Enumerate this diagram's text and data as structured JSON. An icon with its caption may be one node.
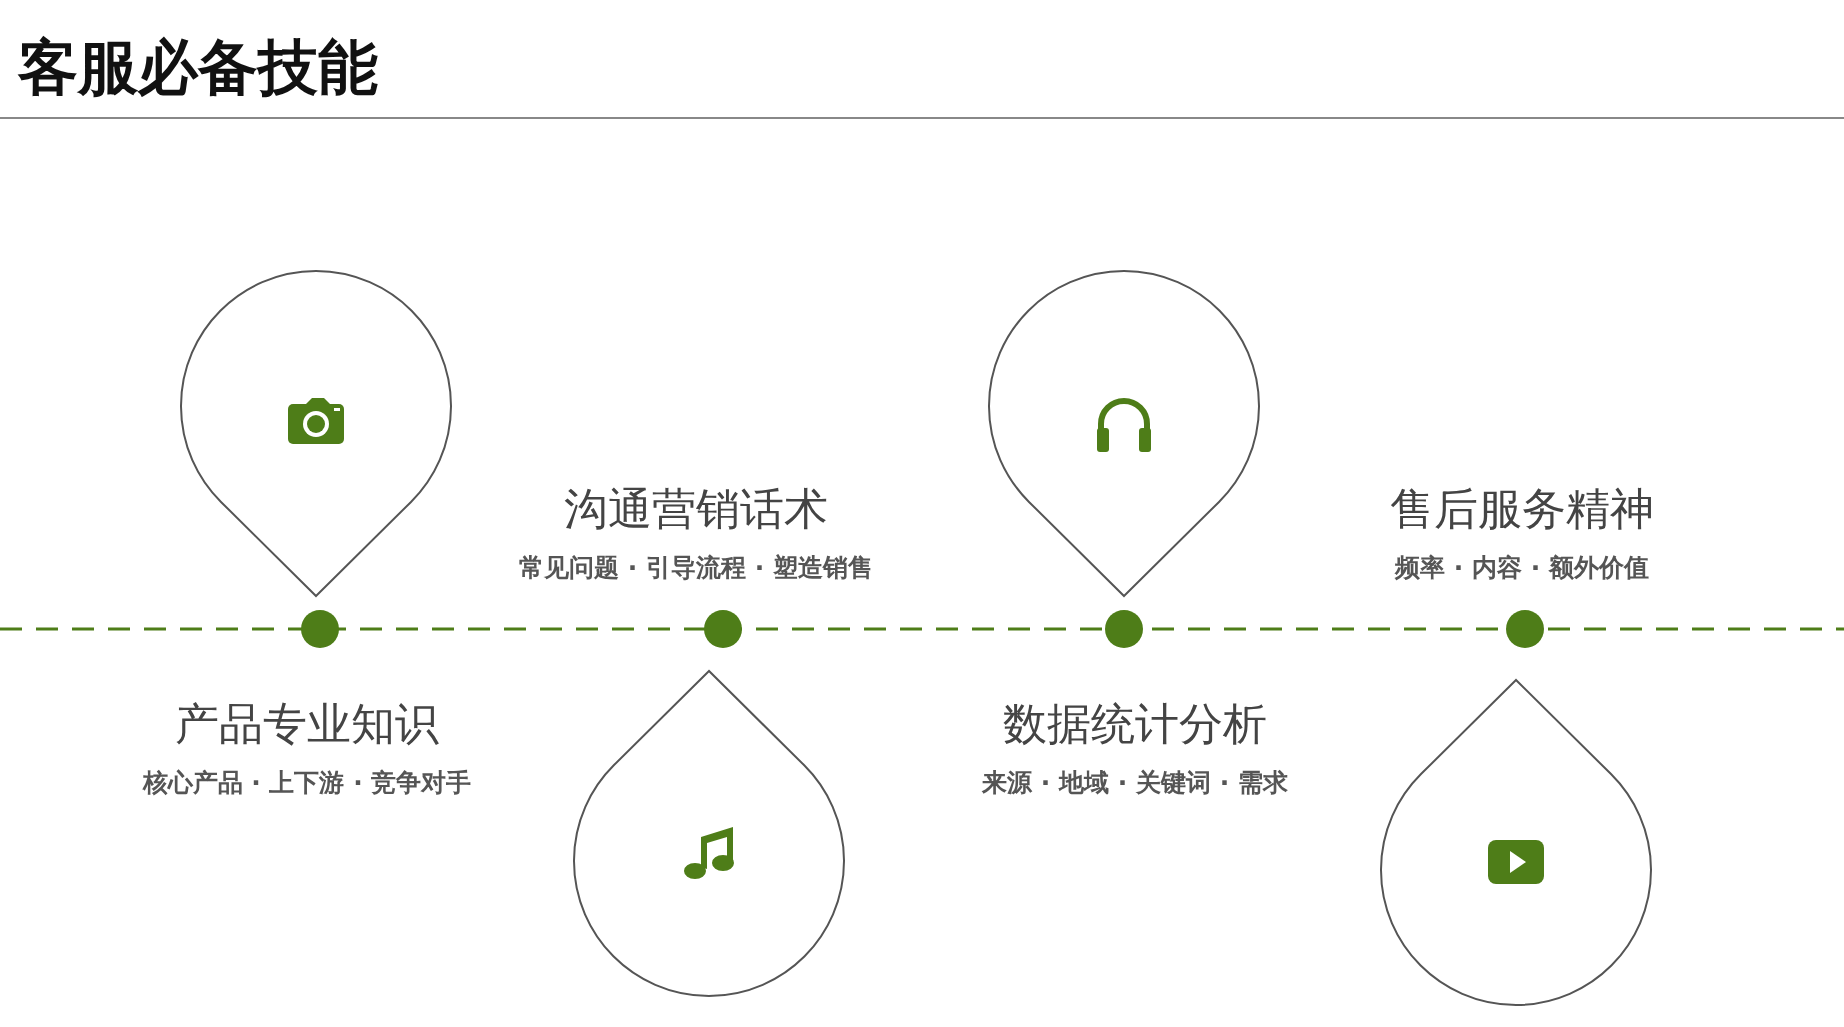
{
  "diagram": {
    "title": "客服必备技能",
    "nodes": [
      {
        "text": [],
        "shape": "pin"
      },
      {
        "text": [],
        "shape": "pin"
      },
      {
        "text": [],
        "shape": "pin"
      },
      {
        "text": [],
        "shape": "pin"
      }
    ],
    "edges": [],
    "labels": [
      "沟通营销话术",
      "常见问题 · 引导流程 · 塑造销售",
      "售后服务精神",
      "频率 · 内容 · 额外价值",
      "产品专业知识",
      "核心产品 · 上下游 · 竞争对手",
      "数据统计分析",
      "来源 · 地域 · 关键词 · 需求"
    ]
  }
}
